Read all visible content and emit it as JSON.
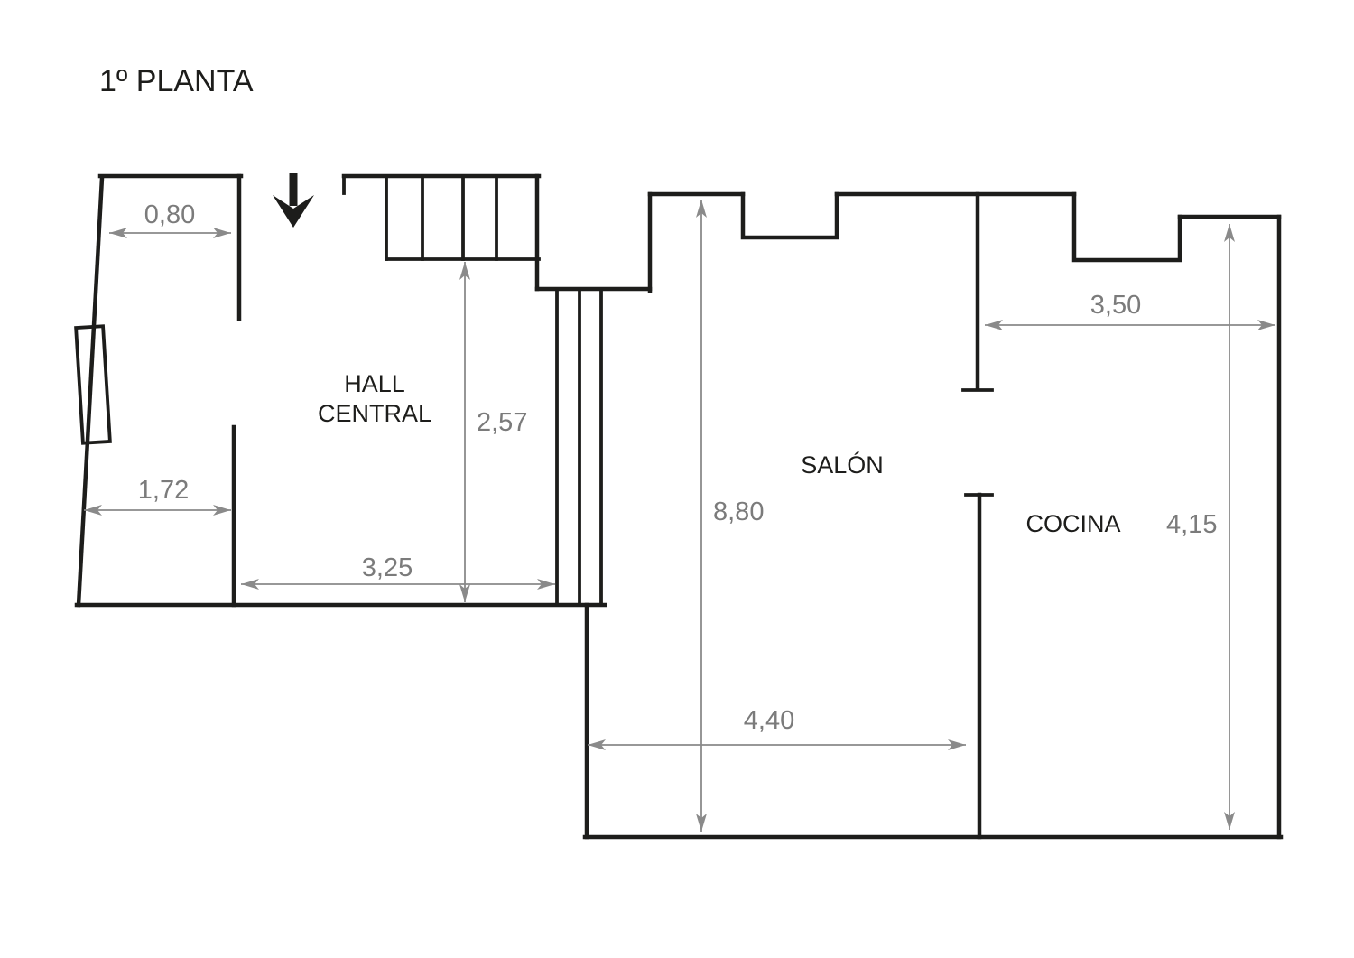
{
  "title": "1º PLANTA",
  "rooms": {
    "hall": {
      "line1": "HALL",
      "line2": "CENTRAL"
    },
    "salon": {
      "label": "SALÓN"
    },
    "cocina": {
      "label": "COCINA"
    }
  },
  "dimensions": {
    "entry_width": "0,80",
    "hall_opening": "1,72",
    "hall_width": "3,25",
    "hall_depth": "2,57",
    "salon_length": "8,80",
    "salon_width": "4,40",
    "cocina_width": "3,50",
    "cocina_depth": "4,15"
  },
  "colors": {
    "wall": "#1d1d1b",
    "dimension": "#8a8a8a",
    "background": "#ffffff"
  }
}
